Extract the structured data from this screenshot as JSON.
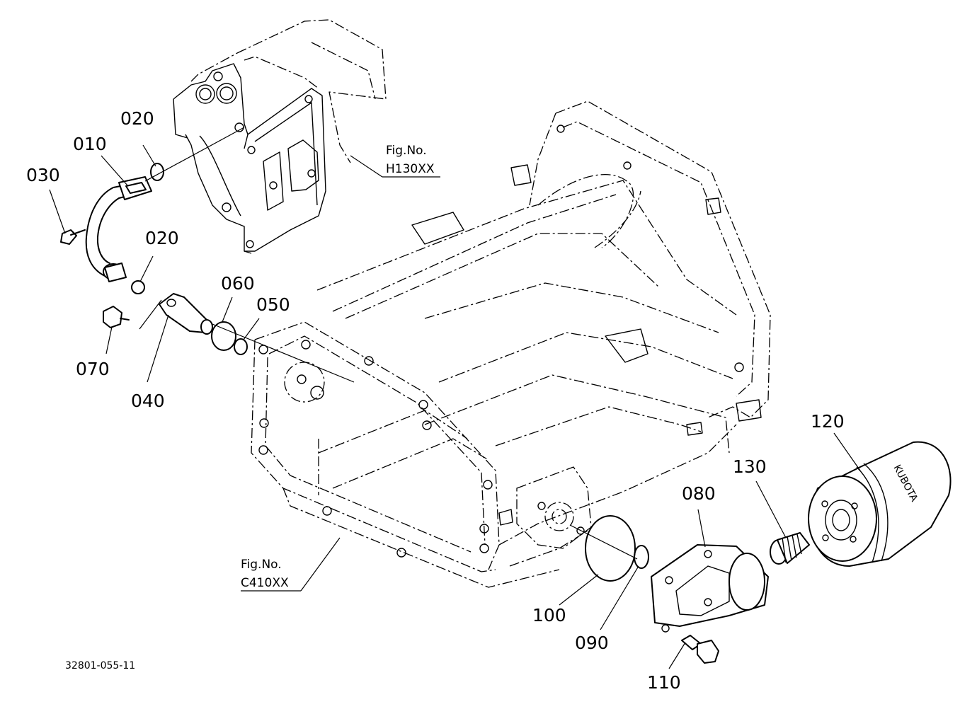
{
  "diagram": {
    "drawing_code": "32801-055-11",
    "part_labels": {
      "p010": "010",
      "p020a": "020",
      "p020b": "020",
      "p030": "030",
      "p040": "040",
      "p050": "050",
      "p060": "060",
      "p070": "070",
      "p080": "080",
      "p090": "090",
      "p100": "100",
      "p110": "110",
      "p120": "120",
      "p130": "130"
    },
    "figure_refs": {
      "upper": {
        "title": "Fig.No.",
        "code": "H130XX"
      },
      "lower": {
        "title": "Fig.No.",
        "code": "C410XX"
      }
    },
    "filter_brand": "KUBOTA"
  }
}
